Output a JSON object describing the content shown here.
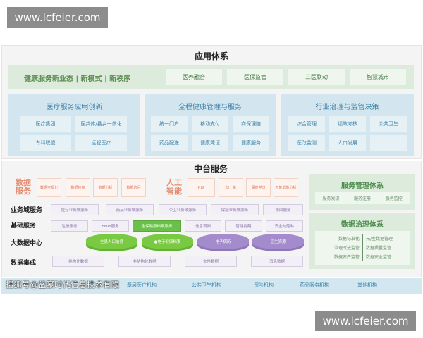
{
  "watermark": "www.lcfeier.com",
  "app": {
    "title": "应用体系",
    "banner": "健康服务新业态 | 新模式 | 新秩序",
    "banner_items": [
      "医养融合",
      "医保监管",
      "三医联动",
      "智慧城市"
    ],
    "panels": [
      {
        "title": "医疗服务应用创新",
        "items": [
          "医疗集团",
          "医共体/县乡一体化",
          "专科联盟",
          "远程医疗"
        ]
      },
      {
        "title": "全程健康管理与服务",
        "items": [
          "统一门户",
          "移动支付",
          "商保理赔",
          "药品配送",
          "健康凭证",
          "健康服务"
        ]
      },
      {
        "title": "行业治理与监管决策",
        "items": [
          "综合管理",
          "绩效考核",
          "公共卫生",
          "医改监测",
          "人口发展",
          "……"
        ]
      }
    ]
  },
  "middle": {
    "title": "中台服务",
    "data_service": {
      "label": "数据服务",
      "items": [
        "数据可视化",
        "数据检索",
        "数据分析",
        "数据访问"
      ]
    },
    "ai": {
      "label": "人工智能",
      "items": [
        "NLP",
        "归一化",
        "深度学习",
        "智能影像分析"
      ]
    },
    "rows": [
      {
        "label": "业务域服务",
        "items": [
          "医疗业务域服务",
          "药品业务域服务",
          "公卫业务域服务",
          "保险业务域服务",
          "协同服务"
        ]
      },
      {
        "label": "基础服务",
        "items": [
          "注册服务",
          "EMPI服务",
          "全保健康档案服务",
          "信息调阅",
          "智能提醒",
          "安全与隐私"
        ]
      },
      {
        "label": "大数据中心",
        "items": [
          "全员人口信息",
          "●电子健康档案",
          "电子病历",
          "卫生资源"
        ]
      },
      {
        "label": "数据集成",
        "items": [
          "结构化数据",
          "非结构化数据",
          "文件数据",
          "消息数据"
        ]
      }
    ],
    "service_mgmt": {
      "title": "服务管理体系",
      "items": [
        "服务发现",
        "服务注册",
        "服务监控"
      ]
    },
    "data_gov": {
      "title": "数据治理体系",
      "left": [
        "数据标准化",
        "治理改进监管",
        "数据资产监管"
      ],
      "right": [
        "元/主数据管理",
        "数据质量监管",
        "数据安全监管"
      ]
    }
  },
  "bottom": {
    "items": [
      "基层医疗机构",
      "公共卫生机构",
      "保险机构",
      "药品服务机构",
      "其他机构"
    ],
    "sohu": "搜狐号@益豪时代信息技术有限"
  }
}
